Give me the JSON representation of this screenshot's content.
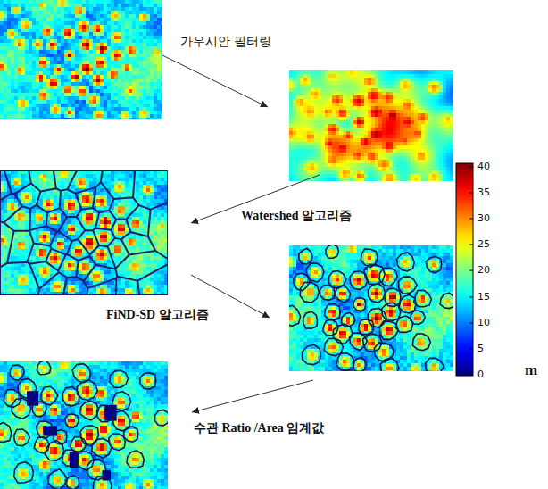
{
  "diagram": {
    "labels": [
      "가우시안 필터링",
      "Watershed 알고리즘",
      "FiND-SD 알고리즘",
      "수관 Ratio /Area 임계값",
      "40",
      "35",
      "30",
      "25",
      "20",
      "15",
      "10",
      "5",
      "0",
      "m"
    ]
  }
}
